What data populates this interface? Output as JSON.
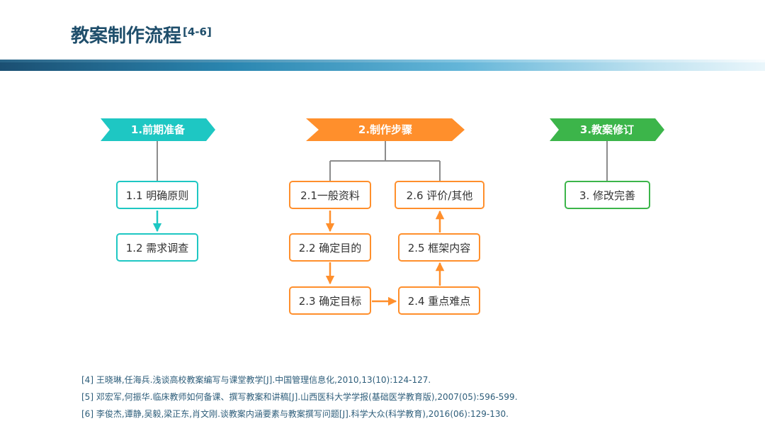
{
  "title": {
    "main": "教案制作流程",
    "ref": "[4-6]"
  },
  "colors": {
    "teal": "#1ec7c3",
    "orange": "#ff8f2c",
    "green": "#3cb54a",
    "connector_gray": "#8c8c8c",
    "title": "#1f4e6b"
  },
  "stages": [
    {
      "label": "1.前期准备",
      "color": "#1ec7c3"
    },
    {
      "label": "2.制作步骤",
      "color": "#ff8f2c"
    },
    {
      "label": "3.教案修订",
      "color": "#3cb54a"
    }
  ],
  "steps": {
    "s1_1": "1.1 明确原则",
    "s1_2": "1.2 需求调查",
    "s2_1": "2.1一般资料",
    "s2_2": "2.2 确定目的",
    "s2_3": "2.3 确定目标",
    "s2_4": "2.4 重点难点",
    "s2_5": "2.5 框架内容",
    "s2_6": "2.6 评价/其他",
    "s3": "3. 修改完善"
  },
  "references": [
    "[4] 王晓琳,任海兵.浅谈高校教案编写与课堂教学[J].中国管理信息化,2010,13(10):124-127.",
    "[5] 邓宏军,何振华.临床教师如何备课、撰写教案和讲稿[J].山西医科大学学报(基础医学教育版),2007(05):596-599.",
    "[6] 李俊杰,谭静,吴毅,梁正东,肖文刚.谈教案内涵要素与教案撰写问题[J].科学大众(科学教育),2016(06):129-130."
  ]
}
